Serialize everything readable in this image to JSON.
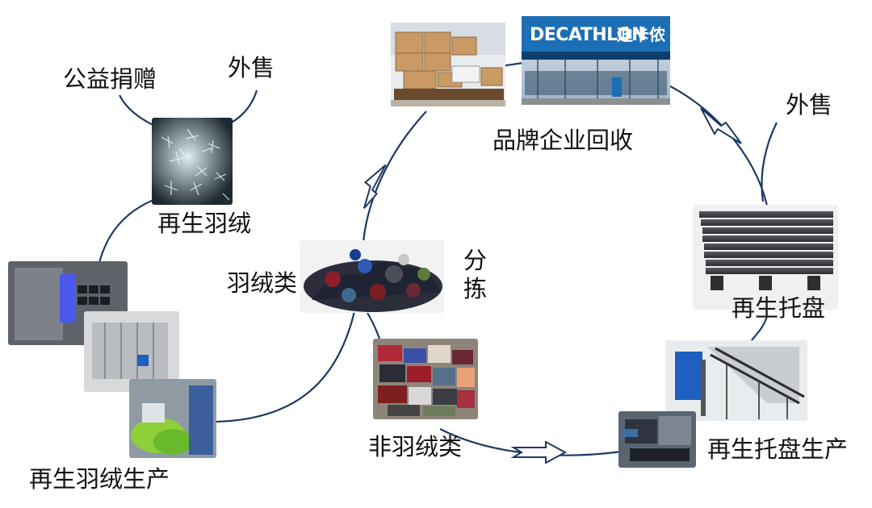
{
  "colors": {
    "flow_line": "#1f3864",
    "background": "#ffffff"
  },
  "nodes": {
    "brand_recycling": "品牌企业回收",
    "sale_right": "外售",
    "recycled_pallet": "再生托盘",
    "pallet_production": "再生托盘生产",
    "non_down": "非羽绒类",
    "down": "羽绒类",
    "sorting": "分拣",
    "recycled_down_production": "再生羽绒生产",
    "recycled_down": "再生羽绒",
    "charity_donation": "公益捐赠",
    "sale_left": "外售"
  },
  "logo": {
    "brand": "DECATHLON",
    "brand_cn": "迪卡侬"
  }
}
